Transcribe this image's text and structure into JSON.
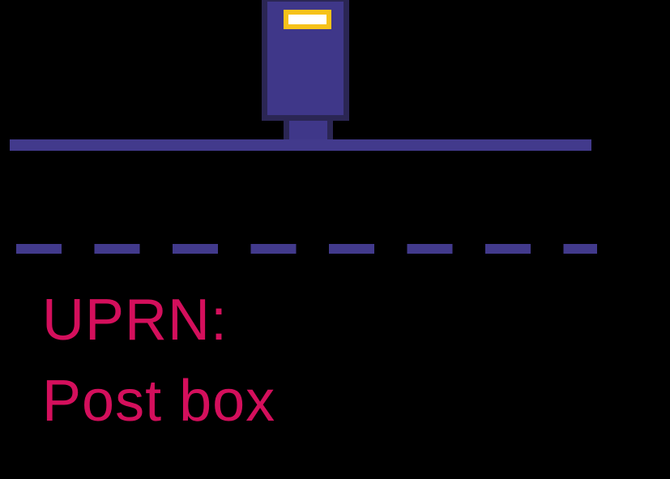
{
  "illustration": {
    "description": "Post box standing on a ground line above a dashed boundary line",
    "icon": "post-box-icon"
  },
  "caption": {
    "uprn_label": "UPRN:",
    "feature_label": "Post box"
  },
  "colors": {
    "background": "#000000",
    "purple": "#423a8c",
    "purple-dark": "#2b2654",
    "box-fill": "#3f3789",
    "slot-yellow": "#f6c21a",
    "slot-white": "#ffffff",
    "text-pink": "#d40f5c"
  }
}
